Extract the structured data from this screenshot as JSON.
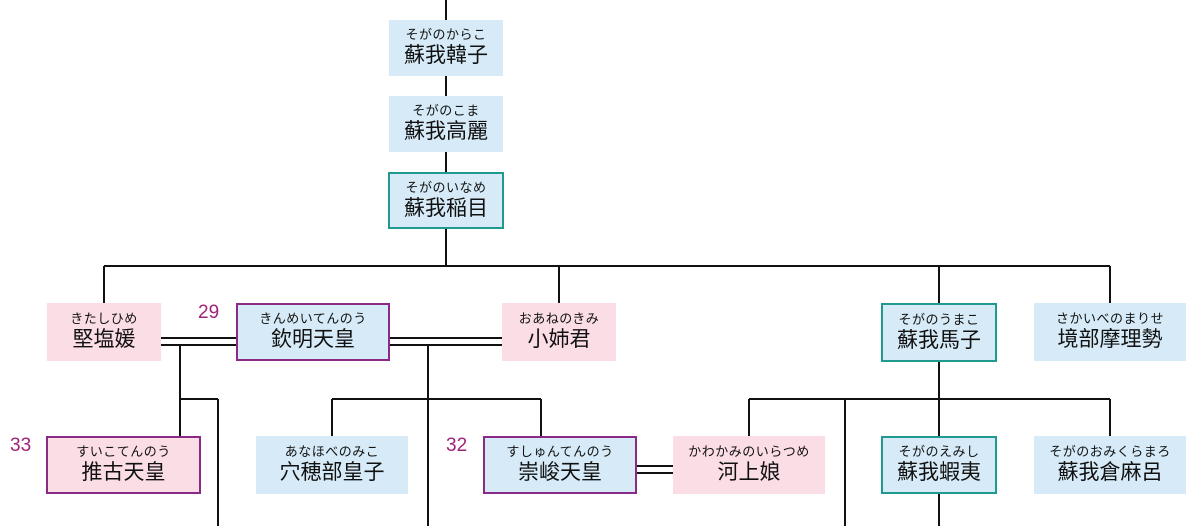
{
  "people": {
    "karako": {
      "furigana": "そがのからこ",
      "name": "蘇我韓子"
    },
    "koma": {
      "furigana": "そがのこま",
      "name": "蘇我高麗"
    },
    "iname": {
      "furigana": "そがのいなめ",
      "name": "蘇我稲目"
    },
    "kitashihime": {
      "furigana": "きたしひめ",
      "name": "堅塩媛"
    },
    "kinmei": {
      "furigana": "きんめいてんのう",
      "name": "欽明天皇",
      "number": "29"
    },
    "oane": {
      "furigana": "おあねのきみ",
      "name": "小姉君"
    },
    "umako": {
      "furigana": "そがのうまこ",
      "name": "蘇我馬子"
    },
    "marise": {
      "furigana": "さかいべのまりせ",
      "name": "境部摩理勢"
    },
    "suiko": {
      "furigana": "すいこてんのう",
      "name": "推古天皇",
      "number": "33"
    },
    "anahobe": {
      "furigana": "あなほべのみこ",
      "name": "穴穂部皇子"
    },
    "sushun": {
      "furigana": "すしゅんてんのう",
      "name": "崇峻天皇",
      "number": "32"
    },
    "kawakami": {
      "furigana": "かわかみのいらつめ",
      "name": "河上娘"
    },
    "emishi": {
      "furigana": "そがのえみし",
      "name": "蘇我蝦夷"
    },
    "kurayamada": {
      "furigana": "そがのおみくらまろ",
      "name": "蘇我倉麻呂"
    }
  },
  "colors": {
    "male_fill": "#d6ebf7",
    "female_fill": "#fbdde6",
    "clan_head_border": "#1f9a8e",
    "emperor_border": "#8a2a86",
    "number_text": "#a0237a",
    "line": "#111111"
  }
}
